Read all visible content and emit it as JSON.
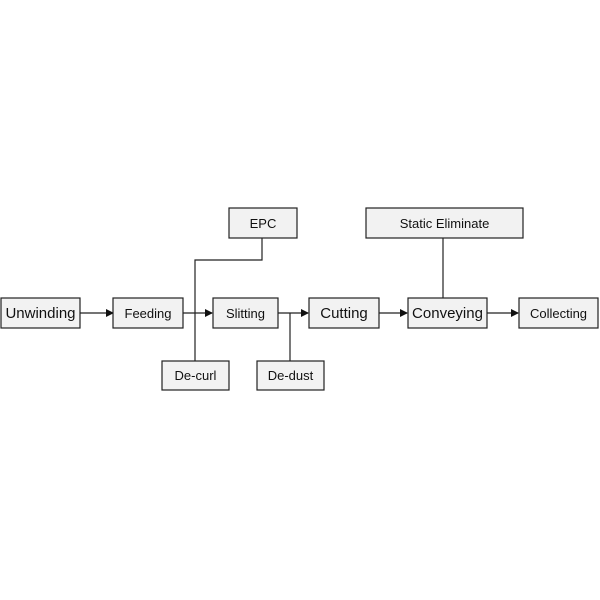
{
  "diagram": {
    "nodes": {
      "unwinding": "Unwinding",
      "feeding": "Feeding",
      "slitting": "Slitting",
      "cutting": "Cutting",
      "conveying": "Conveying",
      "collecting": "Collecting",
      "epc": "EPC",
      "static_eliminate": "Static Eliminate",
      "de_curl": "De-curl",
      "de_dust": "De-dust"
    }
  }
}
